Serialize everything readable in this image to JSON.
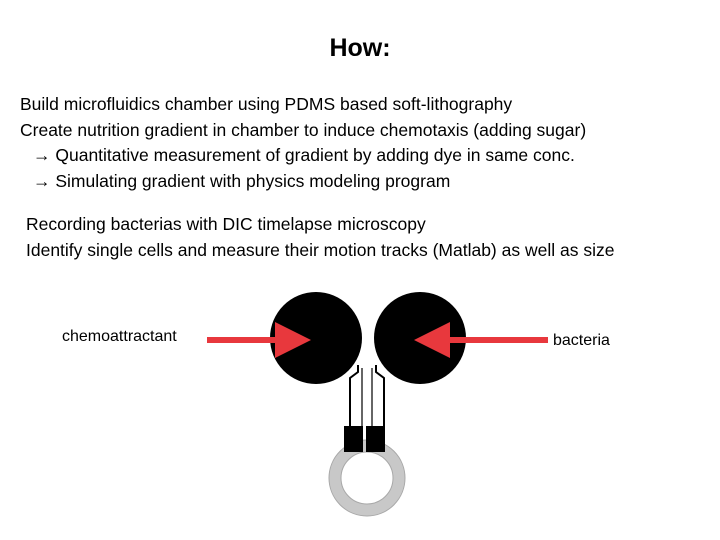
{
  "title": "How:",
  "steps_block1": [
    "Build microfluidics chamber using PDMS based soft-lithography",
    "Create nutrition gradient in chamber to induce chemotaxis (adding sugar)",
    "→ Quantitative measurement of gradient by adding dye in same conc.",
    "→ Simulating  gradient with physics modeling program"
  ],
  "steps_block2": [
    "Recording bacterias with DIC timelapse microscopy",
    "Identify single cells and measure their motion tracks (Matlab) as well as size"
  ],
  "diagram": {
    "label_left": "chemoattractant",
    "label_right": "bacteria",
    "arrow_color": "#e8383d",
    "chamber_color": "#000000",
    "ring_color": "#c8c8c8"
  }
}
